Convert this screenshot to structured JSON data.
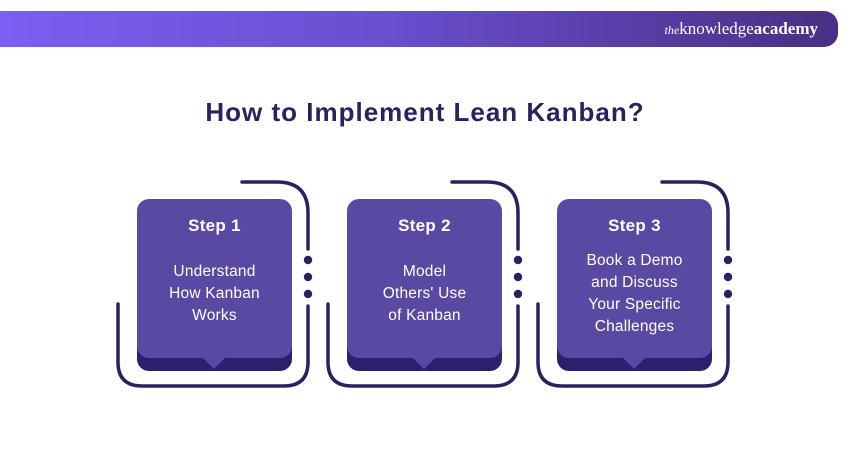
{
  "header": {
    "logo": {
      "the": "the",
      "knowledge": "knowledge",
      "academy": "academy"
    }
  },
  "title": "How to Implement Lean Kanban?",
  "steps": [
    {
      "label": "Step 1",
      "description": "Understand\nHow Kanban\nWorks"
    },
    {
      "label": "Step 2",
      "description": "Model\nOthers' Use\nof Kanban"
    },
    {
      "label": "Step 3",
      "description": "Book a Demo\nand Discuss\nYour Specific\nChallenges"
    }
  ],
  "colors": {
    "header_gradient_start": "#7c5ef2",
    "header_gradient_end": "#4a2f85",
    "title_navy": "#2b2161",
    "card_purple": "#5a49a3",
    "card_shadow_purple": "#2e1f6e",
    "outline_navy": "#2b2161",
    "text_white": "#ffffff"
  }
}
